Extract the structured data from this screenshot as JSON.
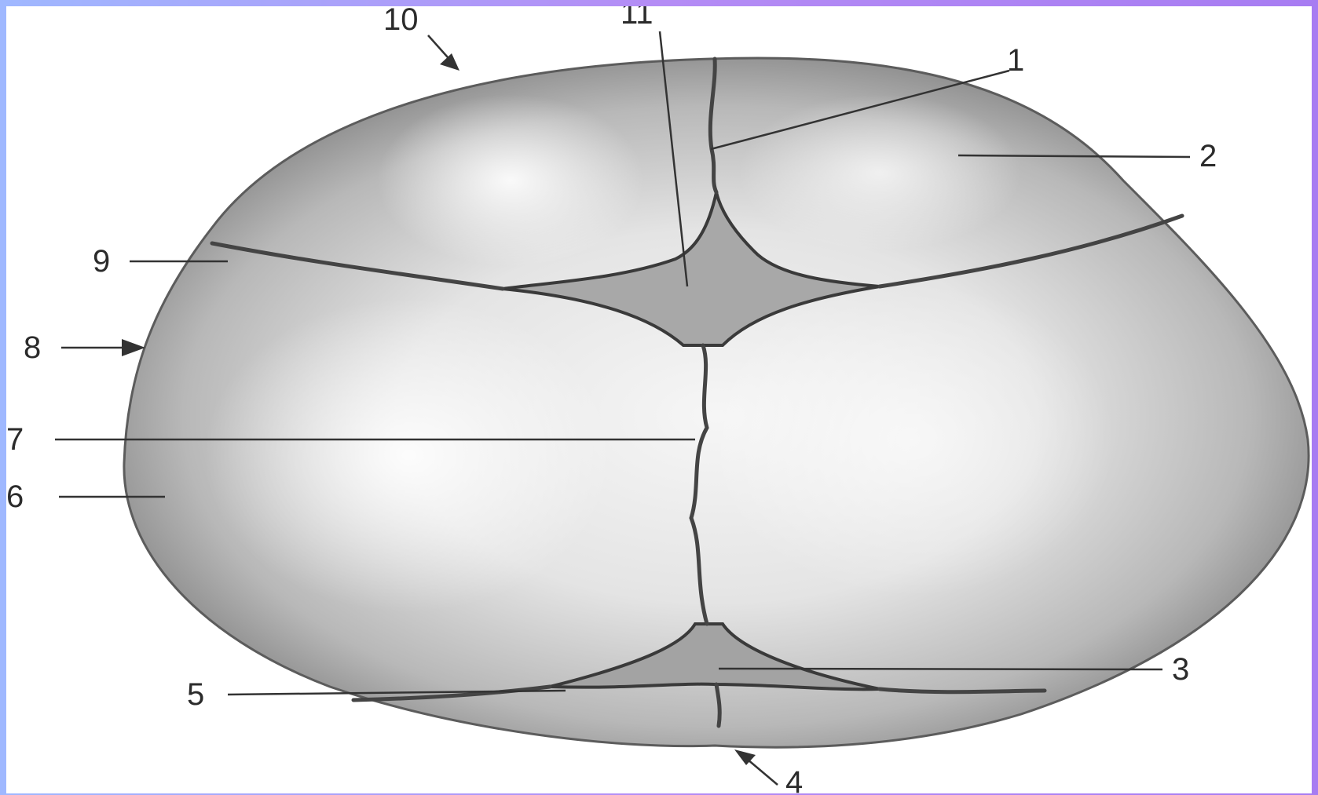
{
  "figure": {
    "labels": [
      "1",
      "2",
      "3",
      "4",
      "5",
      "6",
      "7",
      "8",
      "9",
      "10",
      "11"
    ]
  },
  "colors": {
    "frame_gradient_left": "#9fb8ff",
    "frame_gradient_right": "#a77cf2",
    "skull_fill": "#d9d9d9",
    "skull_edge": "#6e6e6e",
    "line": "#333333"
  }
}
